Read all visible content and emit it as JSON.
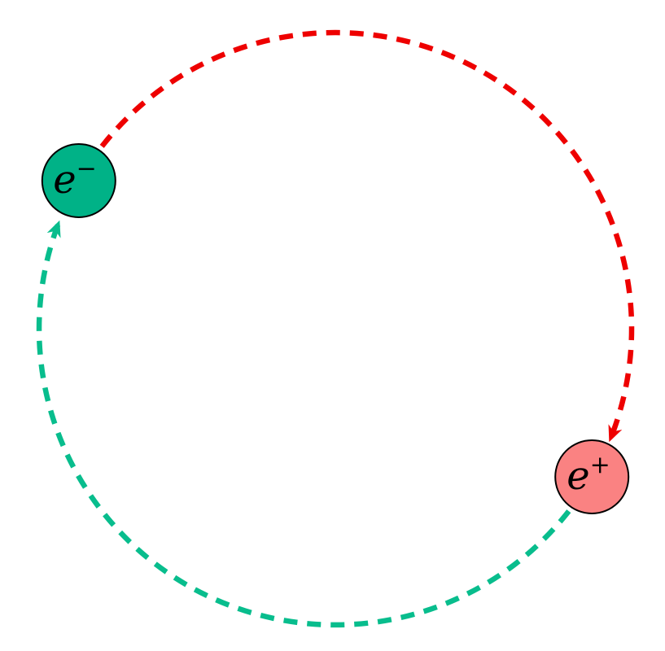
{
  "diagram": {
    "background": "#ffffff",
    "nodes": {
      "electron": {
        "base": "e",
        "sup": "−",
        "fill": "#00b287",
        "outline": "#000000"
      },
      "positron": {
        "base": "e",
        "sup": "+",
        "fill": "#fa8282",
        "outline": "#000000"
      }
    },
    "edges": {
      "top_arc": {
        "color": "#ee0000",
        "from": "electron",
        "to": "positron",
        "style": "dashed",
        "arrow": "end"
      },
      "bottom_arc": {
        "color": "#08bd8d",
        "from": "positron",
        "to": "electron",
        "style": "dashed",
        "arrow": "end"
      }
    }
  }
}
